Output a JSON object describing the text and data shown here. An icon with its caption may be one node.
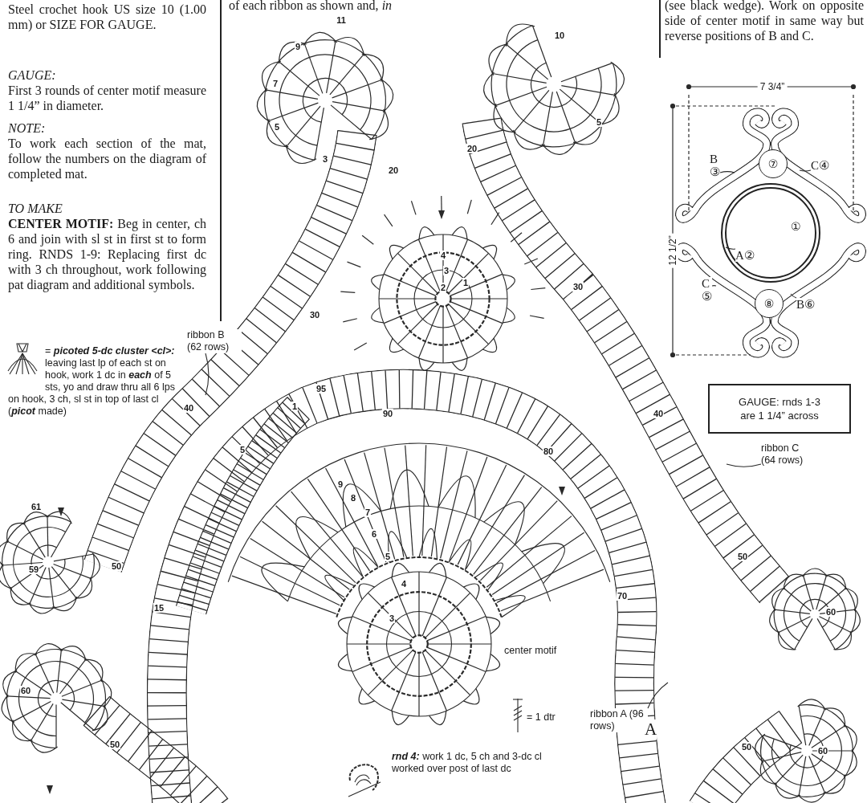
{
  "diagram": {
    "nodes": [
      {
        "text": [
          "ribbon B (62 rows)"
        ]
      },
      {
        "text": [
          "ribbon C (64 rows)"
        ]
      },
      {
        "text": [
          "ribbon A (96 rows)"
        ],
        "beside": [
          "A"
        ]
      },
      {
        "text": [
          "GAUGE: rnds 1-3 are 1 1/4” across"
        ]
      },
      {
        "text": [
          "B",
          "③"
        ]
      },
      {
        "text": [
          "C④"
        ]
      },
      {
        "text": [
          "A②"
        ],
        "in": 10
      },
      {
        "text": [
          "C",
          "⑤"
        ]
      },
      {
        "text": [
          "B⑥"
        ]
      },
      {
        "text": [
          "⑦"
        ]
      },
      {
        "text": [
          "①"
        ]
      },
      {
        "text": [
          "⑧"
        ]
      }
    ],
    "edges": [
      {
        "from": 0,
        "to": null,
        "arrow": "none"
      },
      {
        "from": 1,
        "to": null,
        "arrow": "none"
      },
      {
        "from": 2,
        "to": null,
        "arrow": "none"
      },
      {
        "from": 4,
        "to": null,
        "arrow": "none"
      },
      {
        "from": 5,
        "to": null,
        "arrow": "none"
      },
      {
        "from": 6,
        "to": 10,
        "arrow": "none"
      },
      {
        "from": 7,
        "to": null,
        "arrow": "none"
      },
      {
        "from": 8,
        "to": null,
        "arrow": "none"
      }
    ],
    "labels": [
      "Steel crochet hook US size 10 (1.00 mm) or SIZE FOR GAUGE.",
      "GAUGE:",
      "First 3 rounds of center motif measure 1 1/4” in diameter.",
      "NOTE:",
      "To work each section of the mat, follow the numbers on the diagram of completed mat.",
      "TO MAKE",
      "**CENTER MOTIF:** Beg in center, ch 6 and join with sl st in first st to form ring. RNDS 1-9: Replacing first dc with 3 ch throughout, work following pat diagram and additional symbols.",
      "of each ribbon as shown and, *in*",
      "(see black wedge). Work on opposite side of center motif in same way but reverse positions of B and C.",
      "7 3/4”",
      "12 1/2”",
      "= **picoted 5-dc cluster <cl>:** leaving last lp of each st on hook, work 1 dc in **each** of 5 sts, yo and draw thru all 6 lps on hook, 3 ch, sl st in top of last cl (**picot** made)",
      "= 1 dtr",
      "center motif",
      "**rnd 4:** work 1 dc, 5 ch and 3-dc cl worked over post of last dc",
      "11",
      "10",
      "9",
      "7",
      "5",
      "5",
      "20",
      "3",
      "20",
      "4",
      "3",
      "1",
      "2",
      "30",
      "30",
      "95",
      "40",
      "1",
      "90",
      "40",
      "5",
      "80",
      "9",
      "8",
      "61",
      "7",
      "6",
      "5",
      "50",
      "50",
      "59",
      "4",
      "70",
      "15",
      "60",
      "3",
      "60",
      "50",
      "50",
      "60"
    ]
  }
}
